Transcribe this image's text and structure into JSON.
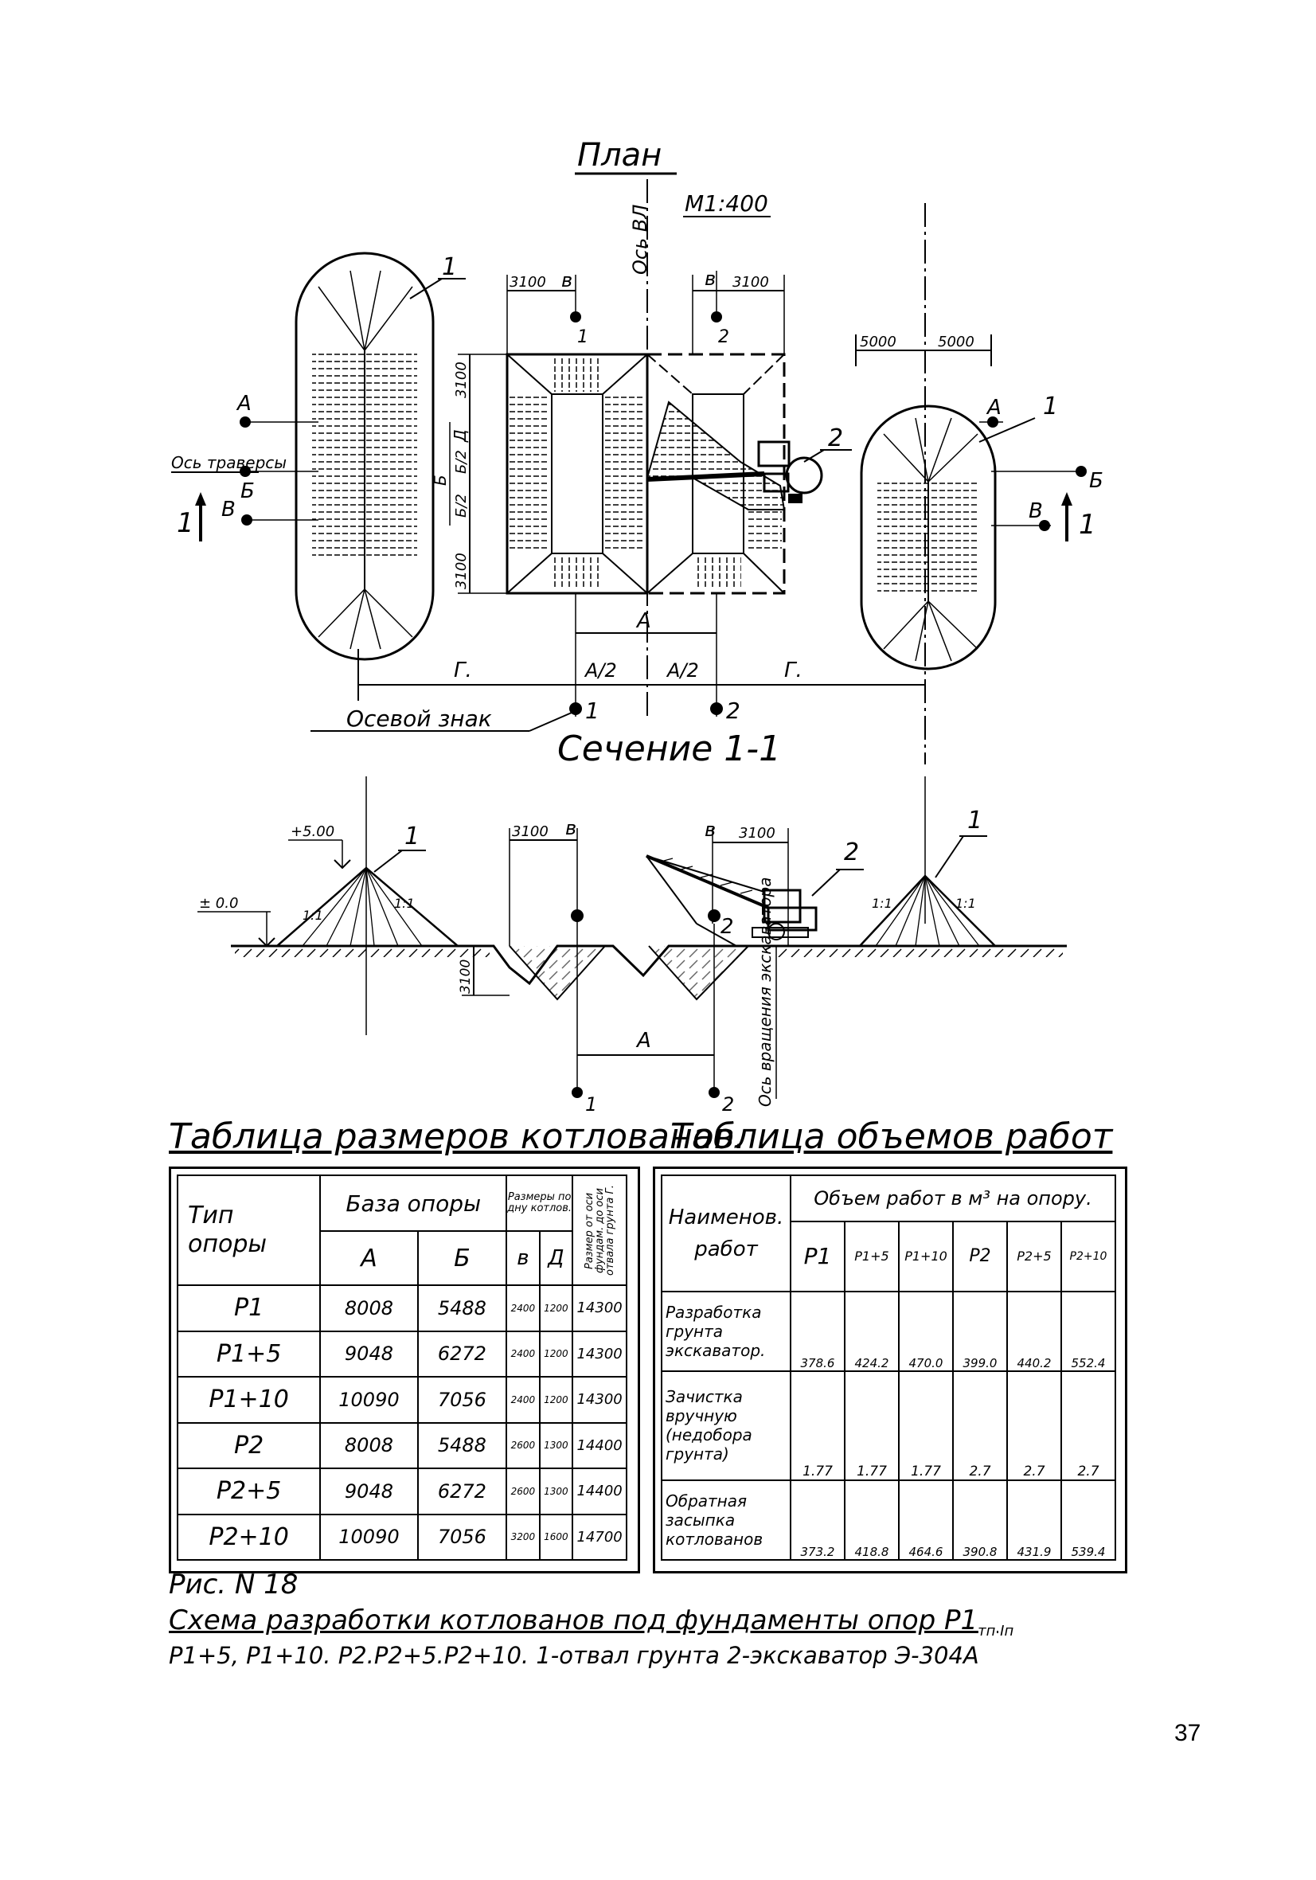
{
  "plan": {
    "title": "План",
    "scale": "М1:400",
    "axis_vl": "Ось ВЛ",
    "axis_traverse": "Ось траверсы",
    "axial_sign": "Осевой знак",
    "pt_A": "А",
    "pt_B": "Б",
    "pt_V": "В",
    "pt_1": "1",
    "pt_2": "2",
    "lbl_1": "1",
    "lbl_2": "2",
    "dim_3100": "3100",
    "dim_5000": "5000",
    "dim_v": "в",
    "dim_A": "А",
    "dim_A2": "А/2",
    "dim_G": "Г.",
    "dim_B": "Б",
    "dim_B2": "Б/2",
    "dim_D": "Д",
    "section_mark": "1"
  },
  "section": {
    "title": "Сечение 1-1",
    "elev_plus": "+5.00",
    "elev_zero": "± 0.0",
    "slope": "1:1",
    "depth": "3100",
    "dim_3100": "3100",
    "dim_v": "в",
    "dim_A": "А",
    "pt_1": "1",
    "pt_2": "2",
    "lbl_1": "1",
    "lbl_2": "2",
    "rotation_axis": "Ось вращения экскаватора"
  },
  "table1": {
    "title": "Таблица размеров котлованов.",
    "h_type": "Тип опоры",
    "h_base": "База опоры",
    "h_bottom": "Размеры по дну котлов.",
    "h_dist": "Размер от оси фундам. до оси отвала грунта Г.",
    "h_A": "А",
    "h_B": "Б",
    "h_v": "в",
    "h_d": "Д",
    "rows": [
      {
        "type": "Р1",
        "A": "8008",
        "B": "5488",
        "v": "2400",
        "d": "1200",
        "g": "14300"
      },
      {
        "type": "Р1+5",
        "A": "9048",
        "B": "6272",
        "v": "2400",
        "d": "1200",
        "g": "14300"
      },
      {
        "type": "Р1+10",
        "A": "10090",
        "B": "7056",
        "v": "2400",
        "d": "1200",
        "g": "14300"
      },
      {
        "type": "Р2",
        "A": "8008",
        "B": "5488",
        "v": "2600",
        "d": "1300",
        "g": "14400"
      },
      {
        "type": "Р2+5",
        "A": "9048",
        "B": "6272",
        "v": "2600",
        "d": "1300",
        "g": "14400"
      },
      {
        "type": "Р2+10",
        "A": "10090",
        "B": "7056",
        "v": "3200",
        "d": "1600",
        "g": "14700"
      }
    ]
  },
  "table2": {
    "title": "Таблица объемов работ",
    "h_name": "Наименов. работ",
    "h_volume": "Объем работ в м³ на опору.",
    "cols": [
      "Р1",
      "Р1+5",
      "Р1+10",
      "Р2",
      "Р2+5",
      "Р2+10"
    ],
    "rows": [
      {
        "name": "Разработка грунта экскаватор.",
        "vals": [
          "378.6",
          "424.2",
          "470.0",
          "399.0",
          "440.2",
          "552.4"
        ]
      },
      {
        "name": "Зачистка вручную (недобора грунта)",
        "vals": [
          "1.77",
          "1.77",
          "1.77",
          "2.7",
          "2.7",
          "2.7"
        ]
      },
      {
        "name": "Обратная засыпка котлованов",
        "vals": [
          "373.2",
          "418.8",
          "464.6",
          "390.8",
          "431.9",
          "539.4"
        ]
      }
    ]
  },
  "caption": {
    "fig": "Рис. N 18",
    "line1": "Схема разработки котлованов под фундаменты опор Р1",
    "line1_sub": "тп Iп",
    "line2": "Р1+5, Р1+10. Р2.Р2+5.Р2+10.  1-отвал грунта 2-экскаватор Э-304А"
  },
  "page_number": "37"
}
